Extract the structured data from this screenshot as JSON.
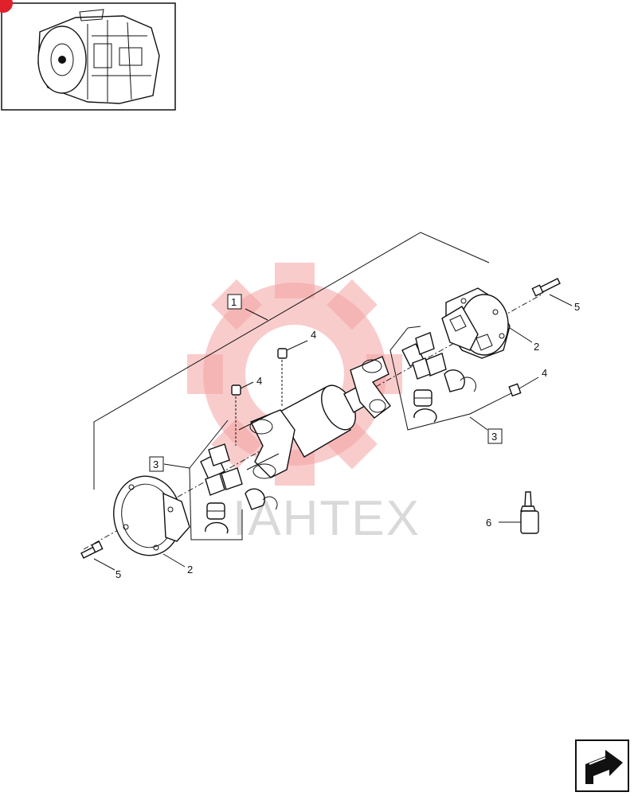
{
  "watermark": {
    "text": "IAHTEX",
    "color": "#f4a3a3"
  },
  "callouts": {
    "assembly": "1",
    "flange_right": "2",
    "flange_left": "2",
    "kit_left": "3",
    "kit_right": "3",
    "grease_fitting_center": "4",
    "grease_fitting_left": "4",
    "grease_fitting_right": "4",
    "bolt_right": "5",
    "bolt_left": "5",
    "grease_tube": "6"
  },
  "icons": {
    "thumbnail": "transmission-thumbnail",
    "next_page": "next-page-arrow-icon"
  },
  "colors": {
    "badge": "#e0202a",
    "line": "#111111"
  }
}
